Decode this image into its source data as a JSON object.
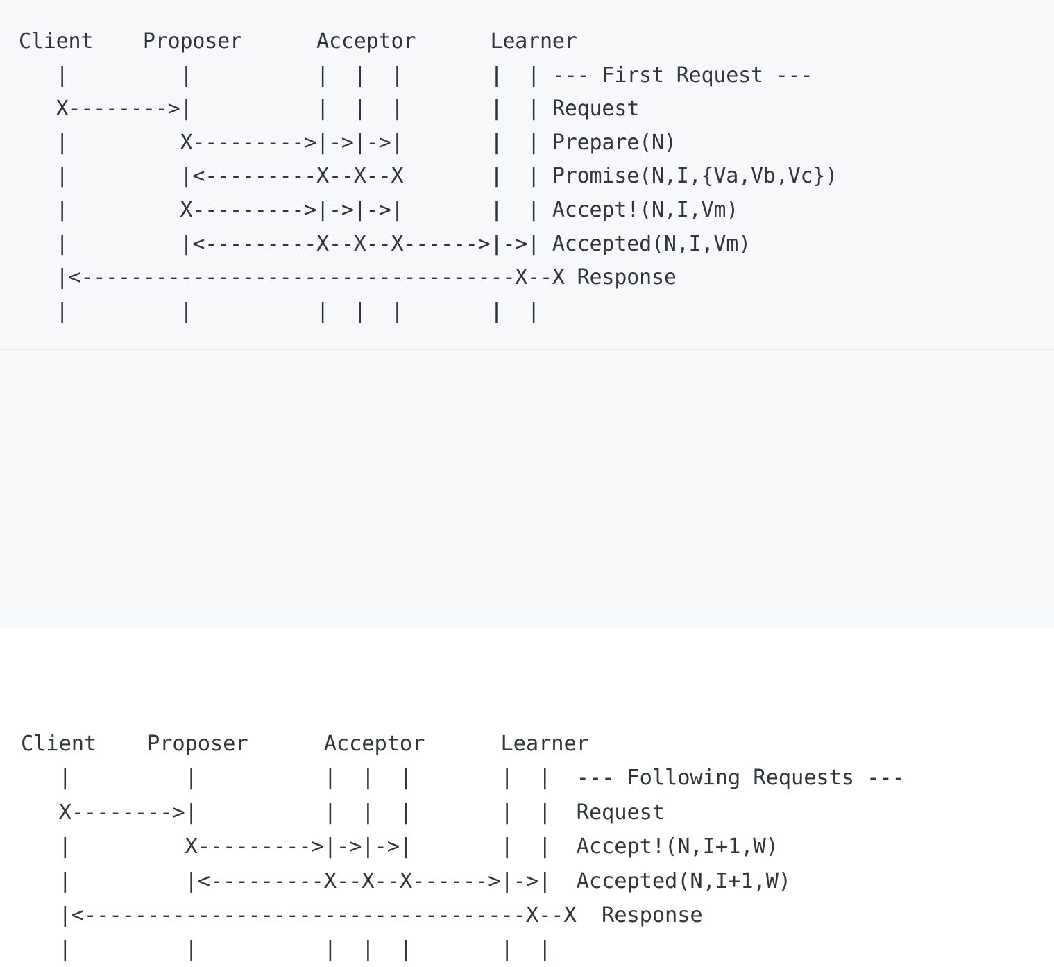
{
  "diagram": {
    "title": "Paxos protocol message sequence (ASCII art)",
    "roles": [
      "Client",
      "Proposer",
      "Acceptor",
      "Learner"
    ],
    "text_color": "#30363c",
    "background_color": "#f6f8f9",
    "blocks": [
      {
        "id": "first-request",
        "phase_label": "--- First Request ---",
        "header": "Client    Proposer      Acceptor      Learner",
        "messages": [
          "Request",
          "Prepare(N)",
          "Promise(N,I,{Va,Vb,Vc})",
          "Accept!(N,I,Vm)",
          "Accepted(N,I,Vm)",
          "Response"
        ],
        "lines": [
          "Client    Proposer      Acceptor      Learner",
          "   |         |          |  |  |       |  | --- First Request ---",
          "   X--------->|          |  |  |       |  | Request",
          "   |         X---------->|->|->|       |  | Prepare(N)",
          "   |         |<---------X--X--X       |  | Promise(N,I,{Va,Vb,Vc})",
          "   |         X---------->|->|->|       |  | Accept!(N,I,Vm)",
          "   |         |<---------X--X--X------->|->| Accepted(N,I,Vm)",
          "   |<-----------------------------------X--X Response",
          "   |         |          |  |  |       |  |"
        ],
        "ascii": "Client    Proposer      Acceptor      Learner\n   |         |          |  |  |       |  | --- First Request ---\n   X-------->|          |  |  |       |  | Request\n   |         X--------->|->|->|       |  | Prepare(N)\n   |         |<---------X--X--X       |  | Promise(N,I,{Va,Vb,Vc})\n   |         X--------->|->|->|       |  | Accept!(N,I,Vm)\n   |         |<---------X--X--X------>|->| Accepted(N,I,Vm)\n   |<-----------------------------------X--X Response\n   |         |          |  |  |       |  |"
      },
      {
        "id": "following-requests",
        "phase_label": "--- Following Requests ---",
        "header": "Client    Proposer      Acceptor      Learner",
        "messages": [
          "Request",
          "Accept!(N,I+1,W)",
          "Accepted(N,I+1,W)",
          "Response"
        ],
        "ascii": "Client    Proposer      Acceptor      Learner\n   |         |          |  |  |       |  |  --- Following Requests ---\n   X-------->|          |  |  |       |  |  Request\n   |         X--------->|->|->|       |  |  Accept!(N,I+1,W)\n   |         |<---------X--X--X------>|->|  Accepted(N,I+1,W)\n   |<-----------------------------------X--X  Response\n   |         |          |  |  |       |  |"
      }
    ]
  }
}
